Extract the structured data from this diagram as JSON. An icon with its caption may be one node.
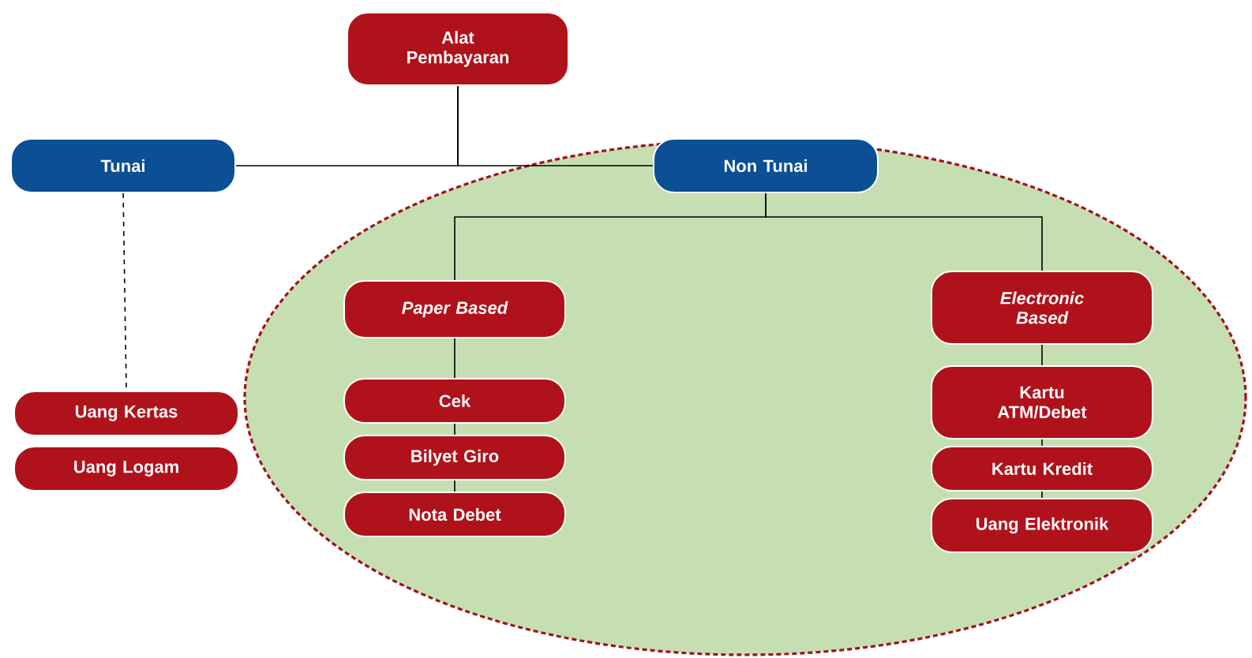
{
  "diagram": {
    "nodes": [
      {
        "text": [
          "Alat Pembayaran"
        ]
      },
      {
        "text": [
          "Tunai"
        ]
      },
      {
        "text": [],
        "shape": "ellipse"
      },
      {
        "text": [
          "Non Tunai"
        ],
        "in": 2
      },
      {
        "text": [
          "Paper Based"
        ],
        "in": 2
      },
      {
        "text": [
          "Cek"
        ],
        "in": 2
      },
      {
        "text": [
          "Bilyet Giro"
        ],
        "in": 2
      },
      {
        "text": [
          "Nota Debet"
        ],
        "in": 2
      },
      {
        "text": [
          "Electronic Based"
        ],
        "in": 2
      },
      {
        "text": [
          "Kartu ATM/Debet"
        ],
        "in": 2
      },
      {
        "text": [
          "Kartu Kredit"
        ],
        "in": 2
      },
      {
        "text": [
          "Uang Elektronik"
        ],
        "in": 2
      },
      {
        "text": [
          "Uang Kertas"
        ]
      },
      {
        "text": [
          "Uang Logam"
        ]
      }
    ],
    "edges": [
      {
        "from": 0,
        "to": 1,
        "arrow": "none"
      },
      {
        "from": 0,
        "to": 3,
        "arrow": "none"
      },
      {
        "from": 1,
        "to": 12,
        "arrow": "none",
        "style": "dashed"
      },
      {
        "from": 3,
        "to": 4,
        "arrow": "none"
      },
      {
        "from": 3,
        "to": 8,
        "arrow": "none"
      },
      {
        "from": 4,
        "to": 5,
        "arrow": "none"
      },
      {
        "from": 5,
        "to": 6,
        "arrow": "none"
      },
      {
        "from": 6,
        "to": 7,
        "arrow": "none"
      },
      {
        "from": 8,
        "to": 9,
        "arrow": "none"
      },
      {
        "from": 9,
        "to": 10,
        "arrow": "none"
      },
      {
        "from": 10,
        "to": 11,
        "arrow": "none"
      }
    ]
  }
}
